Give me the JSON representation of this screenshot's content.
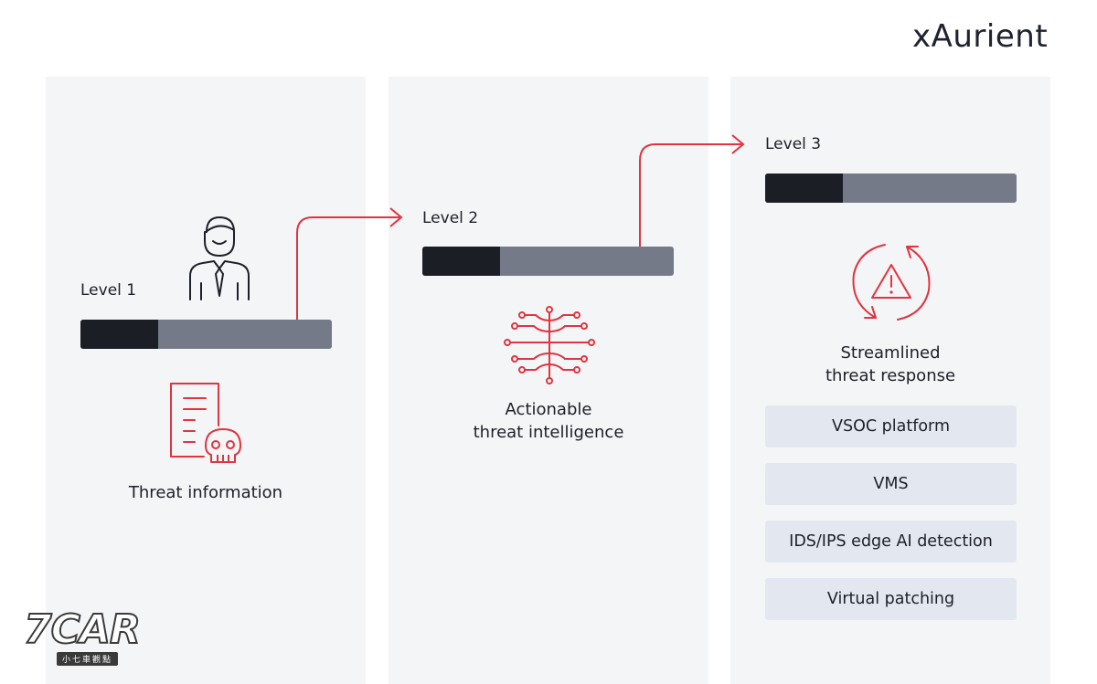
{
  "brand": {
    "logo_text": "xAurient"
  },
  "levels": [
    {
      "label": "Level 1",
      "progress": 0.31
    },
    {
      "label": "Level 2",
      "progress": 0.31
    },
    {
      "label": "Level 3",
      "progress": 0.31
    }
  ],
  "captions": {
    "level1": "Threat information",
    "level2_line1": "Actionable",
    "level2_line2": "threat intelligence",
    "level3_line1": "Streamlined",
    "level3_line2": "threat response"
  },
  "features": [
    "VSOC platform",
    "VMS",
    "IDS/IPS edge AI detection",
    "Virtual patching"
  ],
  "colors": {
    "accent": "#e0343f",
    "bar_fill": "#1c1e26",
    "bar_track": "#747a87",
    "panel_bg": "#f4f5f7",
    "feature_bg": "#e3e8f0"
  },
  "icons": [
    "person-icon",
    "threat-document-icon",
    "skull-icon",
    "neural-tree-icon",
    "warning-cycle-icon"
  ],
  "watermark": {
    "main": "7CAR",
    "sub": "小七車觀點"
  }
}
